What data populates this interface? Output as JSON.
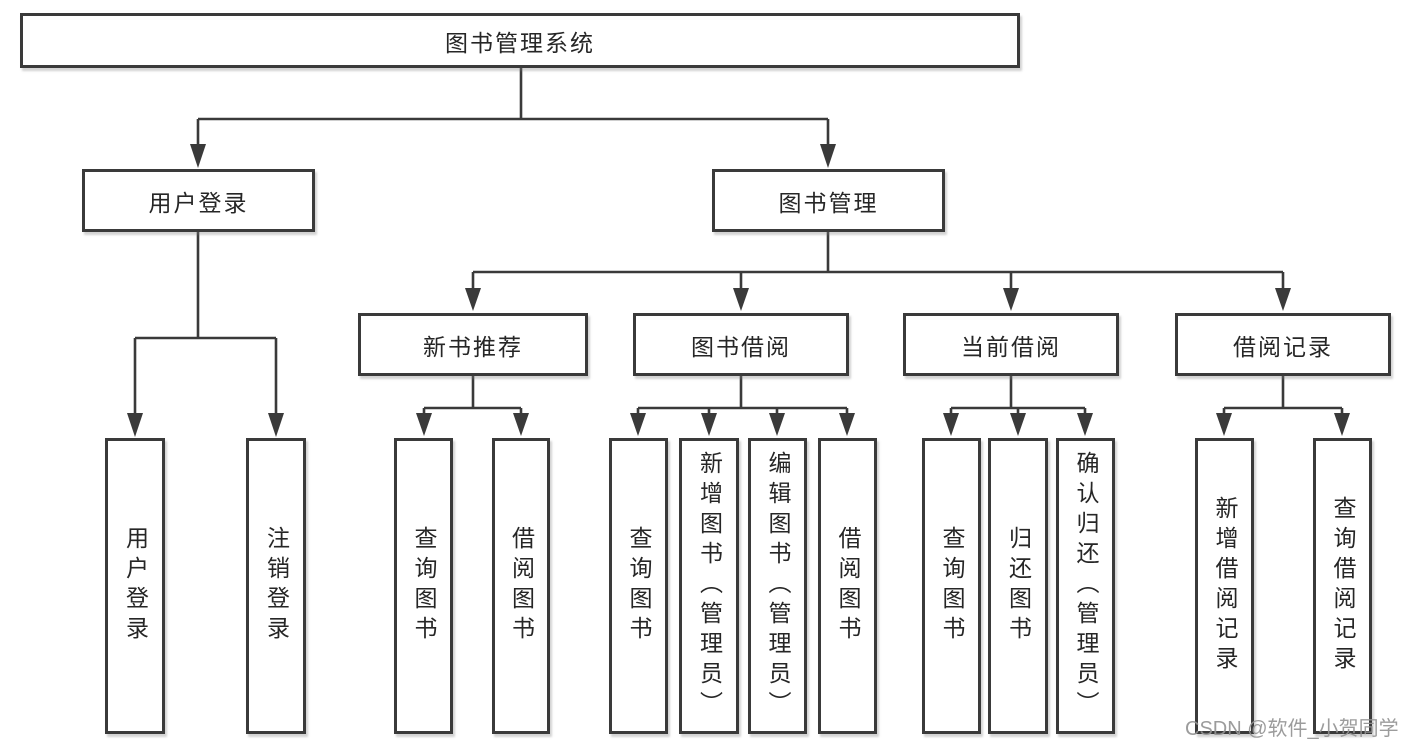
{
  "tree": {
    "root": {
      "label": "图书管理系统",
      "children": [
        {
          "label": "用户登录",
          "children": [
            {
              "label": "用户登录"
            },
            {
              "label": "注销登录"
            }
          ]
        },
        {
          "label": "图书管理",
          "children": [
            {
              "label": "新书推荐",
              "children": [
                {
                  "label": "查询图书"
                },
                {
                  "label": "借阅图书"
                }
              ]
            },
            {
              "label": "图书借阅",
              "children": [
                {
                  "label": "查询图书"
                },
                {
                  "label": "新增图书（管理员）"
                },
                {
                  "label": "编辑图书（管理员）"
                },
                {
                  "label": "借阅图书"
                }
              ]
            },
            {
              "label": "当前借阅",
              "children": [
                {
                  "label": "查询图书"
                },
                {
                  "label": "归还图书"
                },
                {
                  "label": "确认归还（管理员）"
                }
              ]
            },
            {
              "label": "借阅记录",
              "children": [
                {
                  "label": "新增借阅记录"
                },
                {
                  "label": "查询借阅记录"
                }
              ]
            }
          ]
        }
      ]
    }
  },
  "watermark": {
    "text": "CSDN @软件_小贺同学"
  },
  "colors": {
    "line": "#3a3a3a",
    "box_border": "#3a3a3a",
    "text": "#262626",
    "watermark": "#949494",
    "background": "#ffffff"
  }
}
